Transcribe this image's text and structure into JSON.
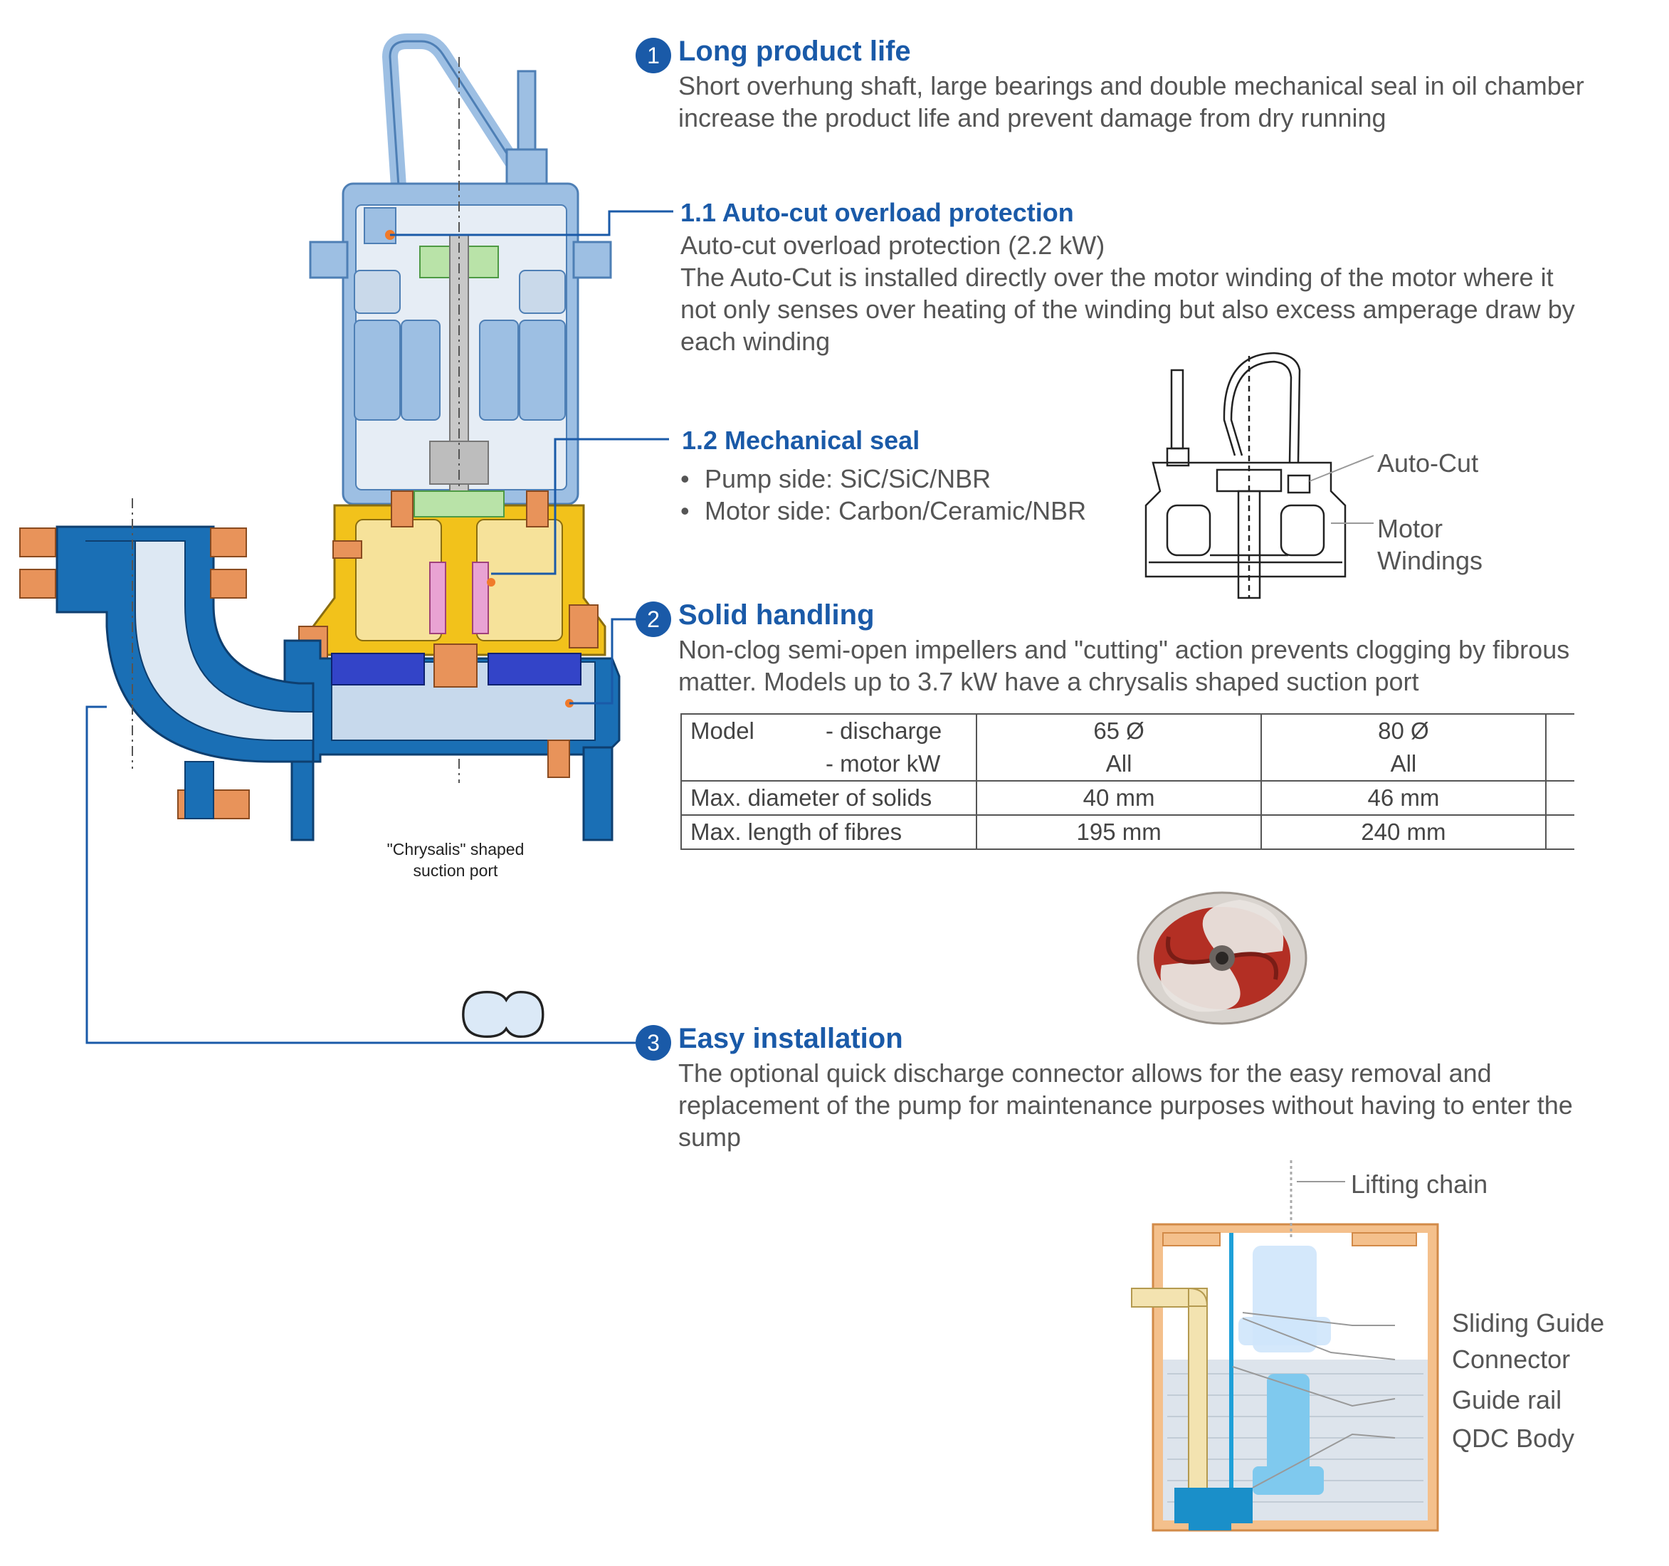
{
  "sections": {
    "s1": {
      "badge": "1",
      "title": "Long product life",
      "body": "Short overhung shaft, large bearings and double mechanical seal in oil chamber increase the product life and prevent damage from dry running"
    },
    "s11": {
      "title": "1.1 Auto-cut overload protection",
      "line1": "Auto-cut overload protection (2.2 kW)",
      "body": "The Auto-Cut is installed directly over the motor winding of the motor where it not only senses over heating of the winding but also excess amperage draw by each winding"
    },
    "s12": {
      "title": "1.2 Mechanical seal",
      "bullets": [
        "Pump side: SiC/SiC/NBR",
        "Motor side: Carbon/Ceramic/NBR"
      ]
    },
    "s2": {
      "badge": "2",
      "title": "Solid handling",
      "body": "Non-clog semi-open impellers and \"cutting\" action prevents clogging by fibrous matter. Models up to 3.7 kW have a chrysalis shaped suction port"
    },
    "s3": {
      "badge": "3",
      "title": "Easy installation",
      "body": "The optional quick discharge connector allows for the easy removal and replacement of the pump for maintenance purposes without having to enter the sump"
    }
  },
  "autocut_callouts": {
    "autocut": "Auto-Cut",
    "windings_1": "Motor",
    "windings_2": "Windings"
  },
  "chrysalis": {
    "line1": "\"Chrysalis\" shaped",
    "line2": "suction port"
  },
  "table": {
    "model": "Model",
    "discharge": "- discharge",
    "motor_kw": "- motor kW",
    "col1_discharge": "65 Ø",
    "col1_kw": "All",
    "col2_discharge": "80 Ø",
    "col2_kw": "All",
    "row_diameter": "Max. diameter of solids",
    "col1_diameter": "40 mm",
    "col2_diameter": "46 mm",
    "row_length": "Max. length of fibres",
    "col1_length": "195 mm",
    "col2_length": "240 mm"
  },
  "install_callouts": {
    "lifting_chain": "Lifting chain",
    "sliding_guide": "Sliding Guide",
    "connector": "Connector",
    "guide_rail": "Guide rail",
    "qdc_body": "QDC Body"
  },
  "colors": {
    "accent": "#1a5aa8",
    "pump_blue": "#9dbfe3",
    "pump_dark": "#1a6fb5",
    "yellow": "#f2c21b",
    "copper": "#e8935a"
  }
}
